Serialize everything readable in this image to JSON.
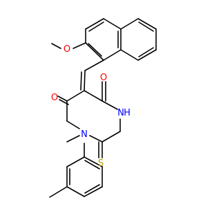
{
  "atoms": {
    "methoxy_O": "O",
    "carbonyl_O_top": "O",
    "carbonyl_O_left": "O",
    "N_H": "N",
    "H_on_N": "H",
    "N_ring": "N",
    "thione_S": "S"
  },
  "colors": {
    "oxygen": "#ff0000",
    "nitrogen": "#0000ff",
    "sulfur": "#b8a000",
    "bond": "#000000"
  }
}
